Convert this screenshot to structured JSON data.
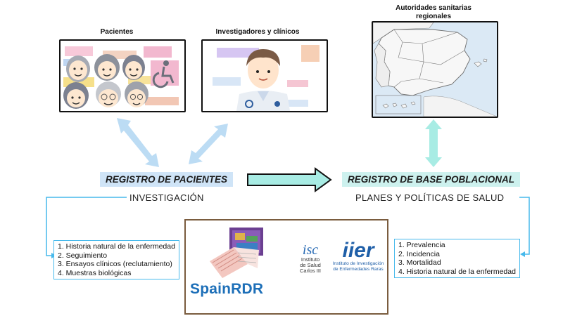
{
  "headings": {
    "patients": "Pacientes",
    "researchers": "Investigadores y clínicos",
    "authorities_line1": "Autoridades sanitarias",
    "authorities_line2": "regionales"
  },
  "registries": {
    "patients_registry": "REGISTRO DE PACIENTES",
    "population_registry": "REGISTRO DE BASE POBLACIONAL"
  },
  "sections": {
    "research": "INVESTIGACIÓN",
    "health_policies": "PLANES Y POLÍTICAS DE SALUD"
  },
  "research_list": [
    "1. Historia natural de la enfermedad",
    "2. Seguimiento",
    "3. Ensayos clínicos (reclutamiento)",
    "4. Muestras biológicas"
  ],
  "policy_list": [
    "1. Prevalencia",
    "2. Incidencia",
    "3. Mortalidad",
    "4. Historia natural de la enfermedad"
  ],
  "logos": {
    "spainrdr": "SpainRDR",
    "isciii_mark": "isc",
    "isciii_line1": "Instituto",
    "isciii_line2": "de Salud",
    "isciii_line3": "Carlos III",
    "iier_mark": "iier",
    "iier_line1": "Instituto de Investigación",
    "iier_line2": "de Enfermedades Raras"
  },
  "colors": {
    "patients_registry_bg": "#cfe4f7",
    "population_registry_bg": "#cdf1ee",
    "arrow_light_blue": "#bcdcf4",
    "arrow_teal": "#a8ece4",
    "connector_cyan": "#46b9ec",
    "logo_panel_border": "#7a5c3e",
    "spainrdr_blue": "#1d6fb8",
    "iier_blue": "#1f5fa8",
    "sea_blue": "#dbe9f5"
  }
}
